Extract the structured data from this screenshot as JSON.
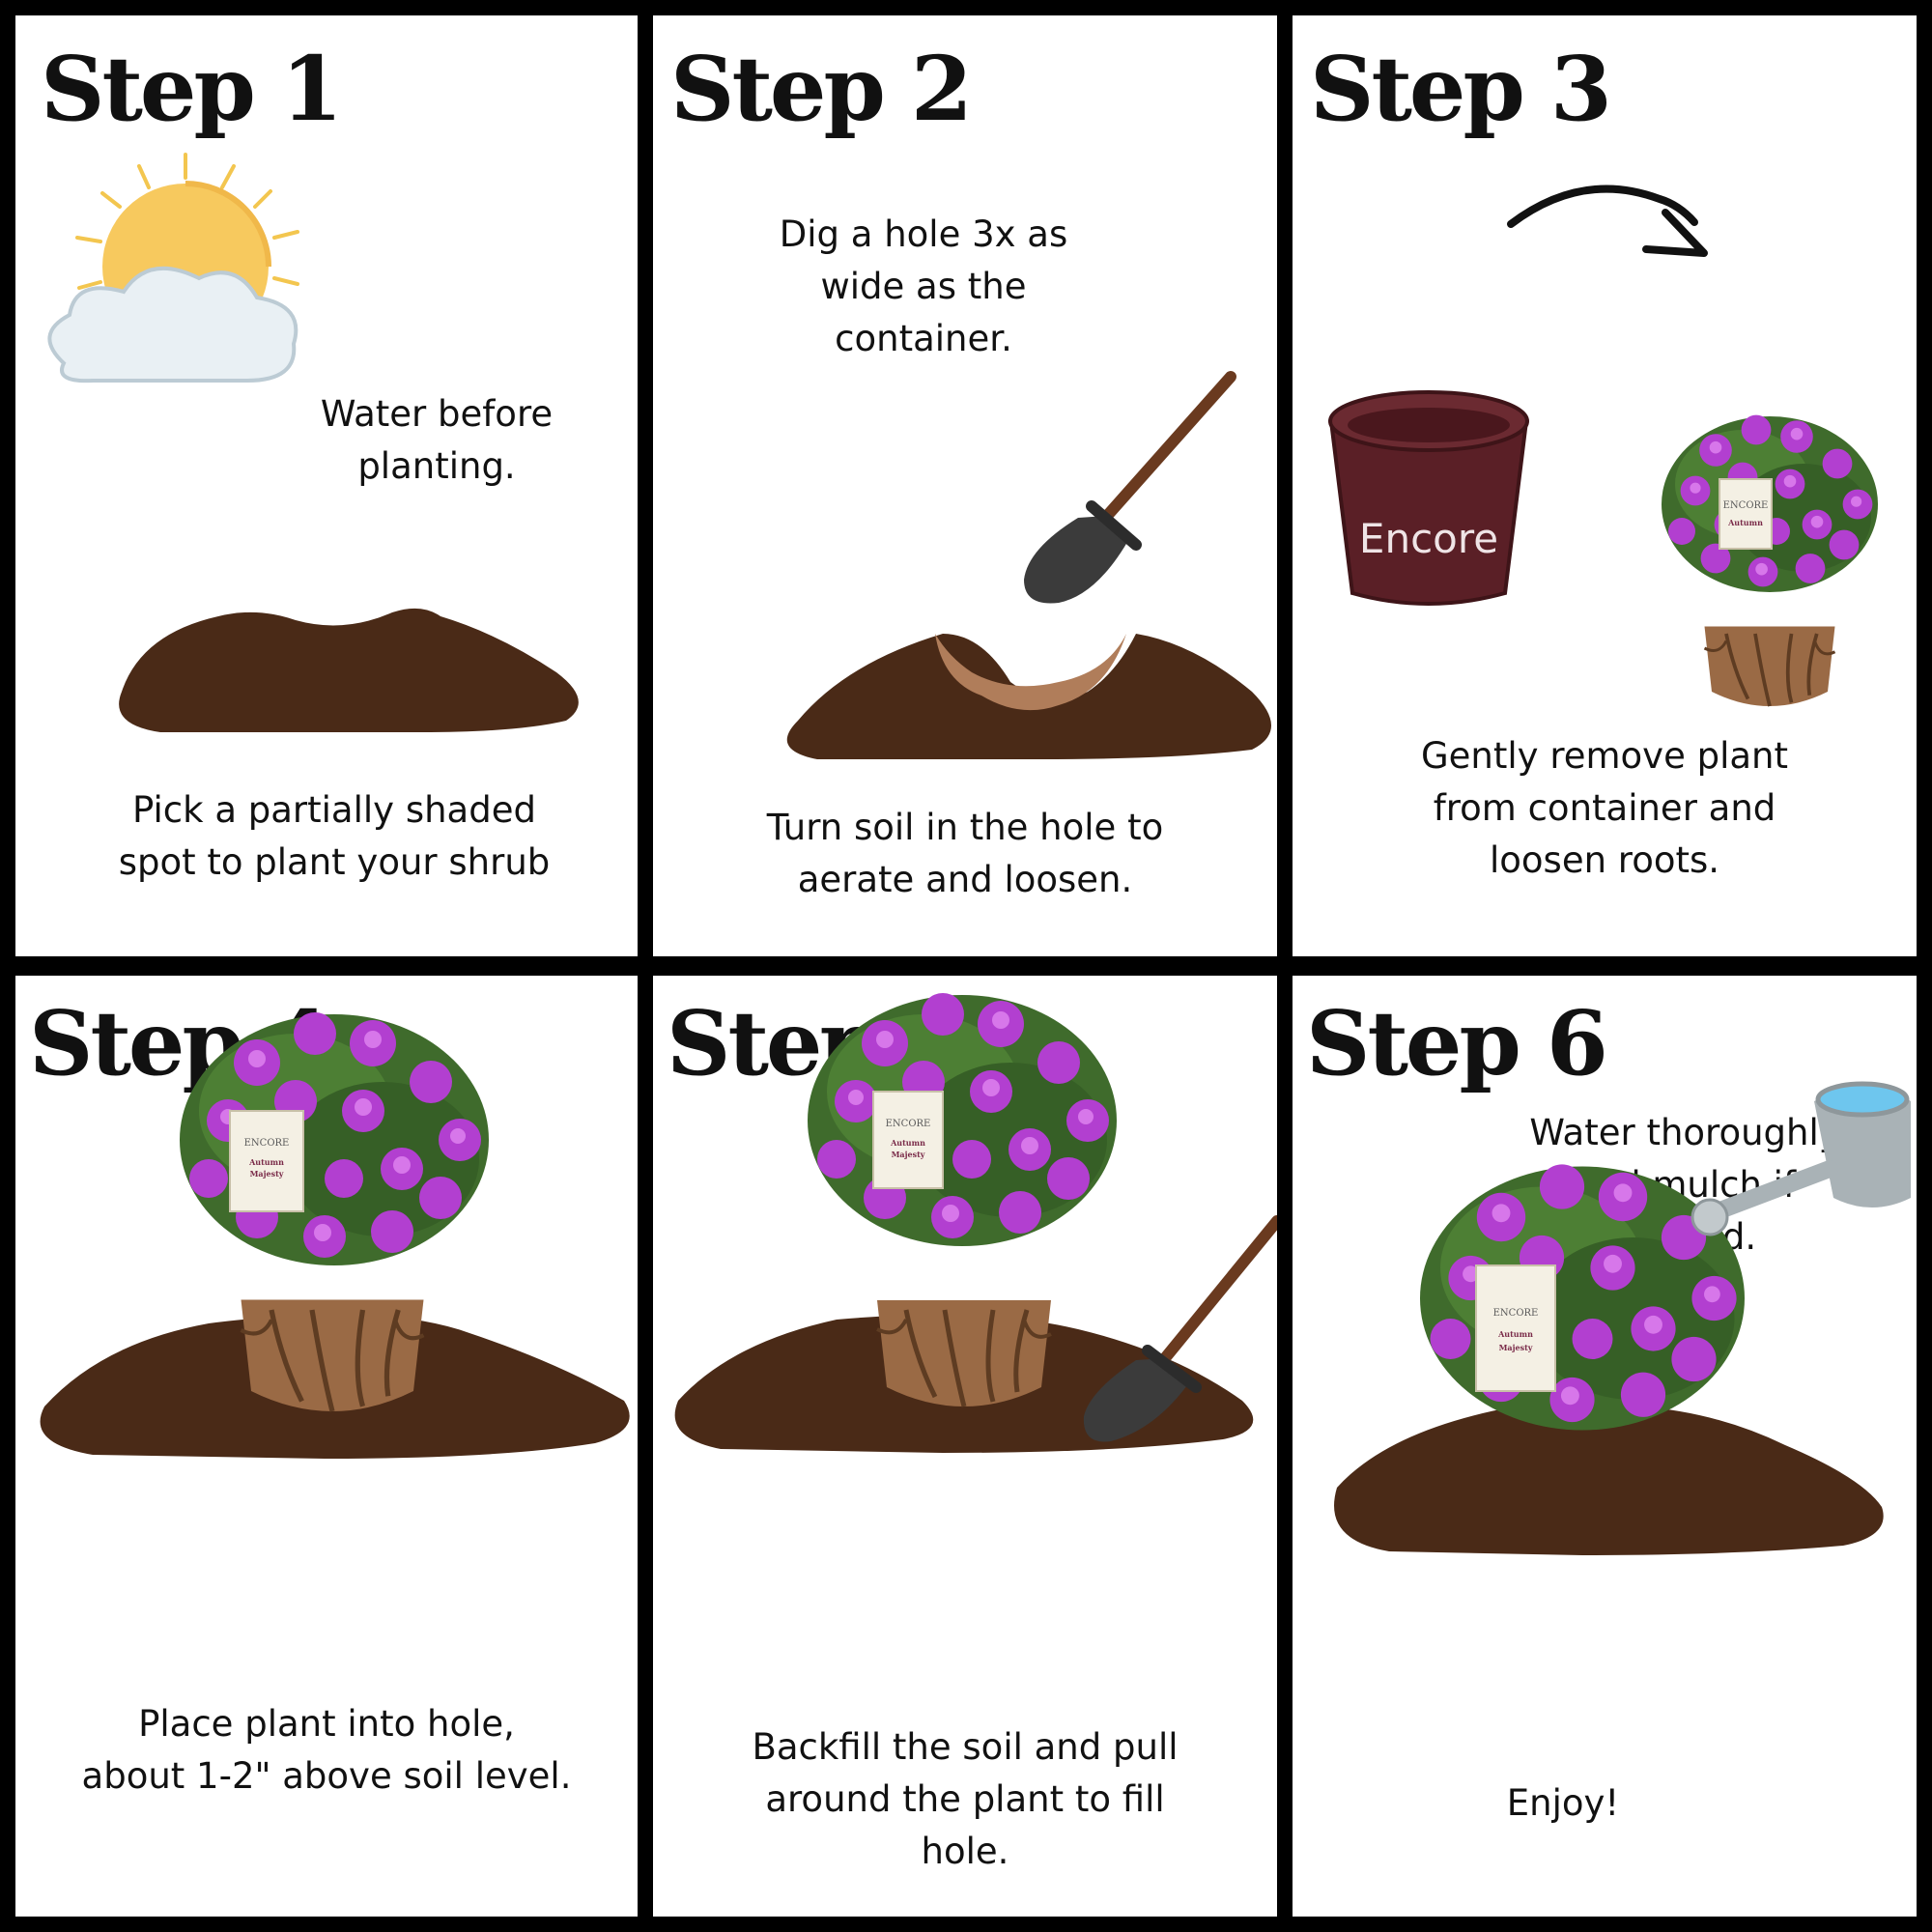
{
  "steps": [
    {
      "title": "Step 1",
      "caption": "Pick a partially shaded\nspot to plant your shrub",
      "note": "Water before\nplanting."
    },
    {
      "title": "Step 2",
      "caption": "Turn soil in the hole to\naerate and loosen.",
      "note": "Dig a hole 3x as\nwide as the\ncontainer."
    },
    {
      "title": "Step 3",
      "caption": "Gently remove plant\nfrom container and\nloosen roots.",
      "pot_label": "Encore"
    },
    {
      "title": "Step 4",
      "caption": "Place plant into hole,\nabout 1-2\" above soil level."
    },
    {
      "title": "Step 5",
      "caption": "Backfill the soil and pull\naround the plant to fill\nhole."
    },
    {
      "title": "Step 6",
      "caption": "Enjoy!",
      "note": "Water thoroughly\nand mulch if\ndesired."
    }
  ],
  "plant_tag": {
    "brand": "ENCORE",
    "name_line1": "Autumn",
    "name_line2": "Majesty"
  },
  "colors": {
    "soil": "#4a2a17",
    "hole": "#b07d5a",
    "flower": "#b23fd0",
    "leaf": "#3f6b2c",
    "pot": "#5a1f26",
    "sun": "#f7c95e",
    "cloud": "#e6eef3"
  }
}
